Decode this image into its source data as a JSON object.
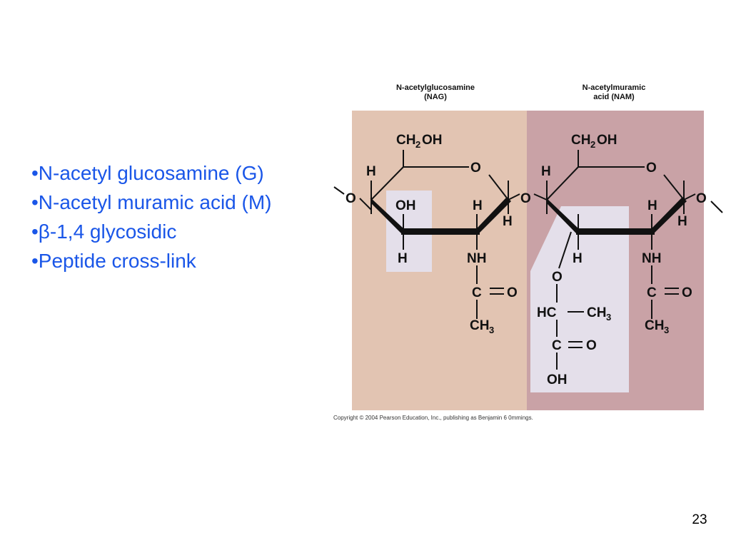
{
  "bullets": [
    "•N-acetyl glucosamine (G)",
    "•N-acetyl muramic acid (M)",
    "•β-1,4 glycosidic",
    "•Peptide cross-link"
  ],
  "figure": {
    "nag": {
      "name": "N-acetylglucosamine",
      "abbr": "(NAG)",
      "ch2": "CH",
      "ch2_sub": "2",
      "ch2_oh": "OH",
      "ring_o": "O",
      "h_c4": "H",
      "oh": "OH",
      "h_c3_top": "H",
      "h_c1": "H",
      "h_c4_bottom": "H",
      "nh": "NH",
      "c_o": "C",
      "o_double": "O",
      "ch3": "CH",
      "ch3_sub": "3"
    },
    "nam": {
      "name": "N-acetylmuramic",
      "abbr": "acid (NAM)",
      "ch2": "CH",
      "ch2_sub": "2",
      "ch2_oh": "OH",
      "ring_o": "O",
      "h_c4": "H",
      "h_c1_top": "H",
      "h_c1": "H",
      "h_c3": "H",
      "nh": "NH",
      "c_o": "C",
      "o_double": "O",
      "ch3": "CH",
      "ch3_sub": "3",
      "lactyl_o": "O",
      "hc": "HC",
      "hc_ch3": "CH",
      "hc_ch3_sub": "3",
      "cooh_c": "C",
      "cooh_o": "O",
      "cooh_oh": "OH"
    },
    "glycosidic_o_left": "O",
    "glycosidic_o_mid": "O",
    "glycosidic_o_right": "O",
    "copyright": "Copyright © 2004 Pearson Education, Inc., publishing as Benjamin 6 0mmings.",
    "colors": {
      "nag_panel": "#e2c4b2",
      "nam_panel": "#c9a2a6",
      "highlight": "#e4dfea",
      "bullet_text": "#1a56e8"
    }
  },
  "slide_number": "23"
}
